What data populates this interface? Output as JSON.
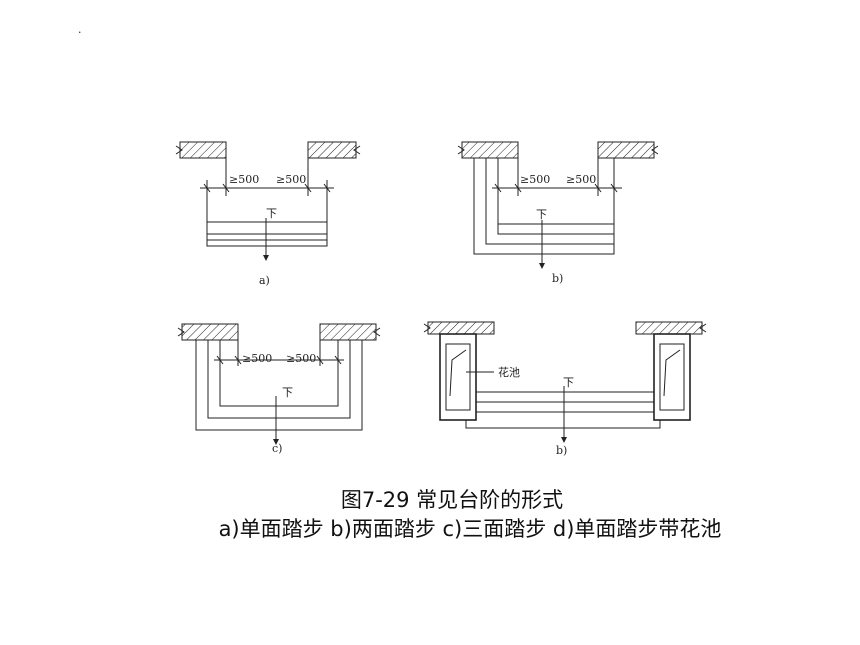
{
  "figures": {
    "a": {
      "dim_left": "≥500",
      "dim_right": "≥500",
      "down": "下",
      "sublabel": "a)"
    },
    "b": {
      "dim_left": "≥500",
      "dim_right": "≥500",
      "down": "下",
      "sublabel": "b)"
    },
    "c": {
      "dim_left": "≥500",
      "dim_right": "≥500",
      "down": "下",
      "sublabel": "c)"
    },
    "d": {
      "planter": "花池",
      "down": "下",
      "sublabel": "b)"
    }
  },
  "caption": {
    "title": "图7-29  常见台阶的形式",
    "subtitle": "a)单面踏步  b)两面踏步  c)三面踏步 d)单面踏步带花池"
  },
  "corner_mark": "·"
}
